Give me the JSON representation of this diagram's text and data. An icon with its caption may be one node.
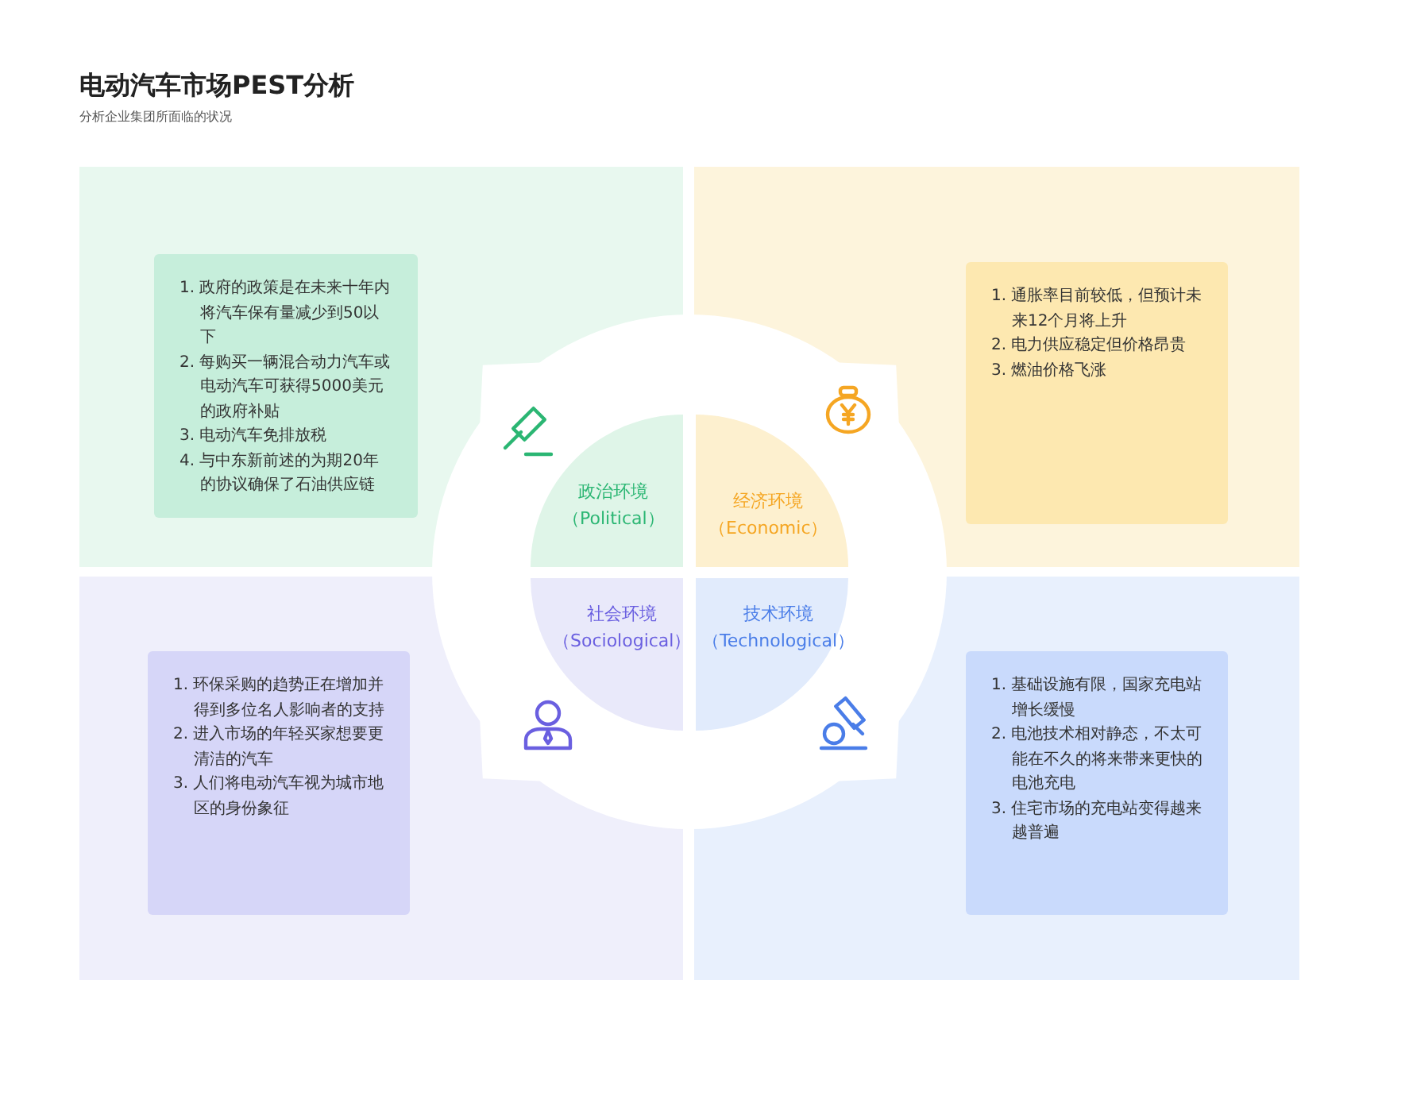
{
  "diagram": {
    "title": "电动汽车市场PEST分析",
    "caption": "分析企业集团所面临的状况",
    "nodes": [
      {
        "text": [
          "1. 政府的政策是在未来十年内将汽车保有量减少到50以下",
          "2. 每购买一辆混合动力汽车或电动汽车可获得5000美元的政府补贴",
          "3. 电动汽车免排放税",
          "4. 与中东新前述的为期20年的协议确保了石油供应链"
        ]
      },
      {
        "text": [
          "1. 通胀率目前较低，但预计未来12个月将上升",
          "2. 电力供应稳定但价格昂贵",
          "3. 燃油价格飞涨"
        ]
      },
      {
        "text": [
          "政治环境",
          "（Political）"
        ]
      },
      {
        "text": [
          "经济环境",
          "（Economic）"
        ]
      },
      {
        "text": [
          "社会环境",
          "（Sociological）"
        ]
      },
      {
        "text": [
          "技术环境",
          "（Technological）"
        ]
      },
      {
        "text": [
          "1. 环保采购的趋势正在增加并得到多位名人影响者的支持",
          "2. 进入市场的年轻买家想要更清洁的汽车",
          "3. 人们将电动汽车视为城市地区的身份象征"
        ]
      },
      {
        "text": [
          "1. 基础设施有限，国家充电站增长缓慢",
          "2. 电池技术相对静态，不太可能在不久的将来带来更快的电池充电",
          "3. 住宅市场的充电站变得越来越普遍"
        ]
      }
    ]
  }
}
